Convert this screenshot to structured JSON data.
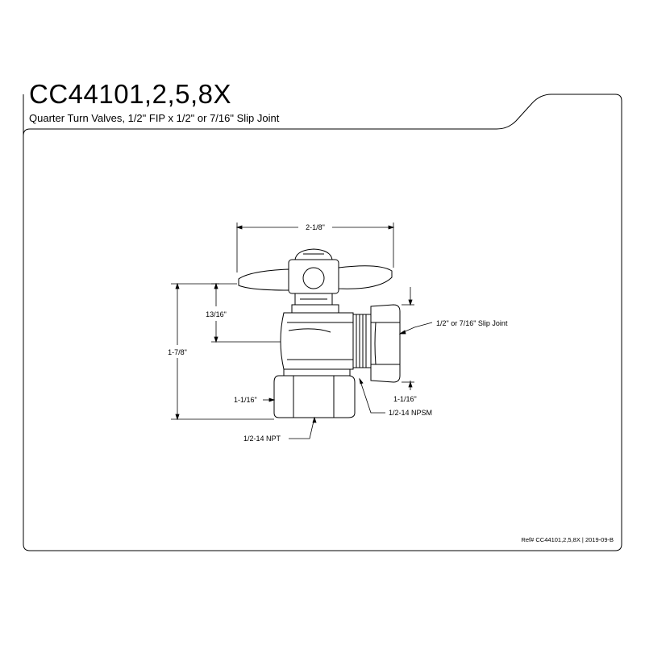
{
  "header": {
    "title": "CC44101,2,5,8X",
    "subtitle": "Quarter Turn Valves, 1/2\" FIP x 1/2\" or 7/16\" Slip Joint"
  },
  "dimensions": {
    "overall_width": "2-1/8\"",
    "overall_height": "1-7/8\"",
    "handle_height": "13/16\"",
    "inlet_length": "1-1/16\"",
    "outlet_length": "1-1/16\""
  },
  "callouts": {
    "slip_joint": "1/2\" or 7/16\" Slip Joint",
    "npsm": "1/2-14 NPSM",
    "npt": "1/2-14 NPT"
  },
  "footer": {
    "reference": "Ref# CC44101,2,5,8X | 2019-09-B"
  },
  "colors": {
    "line": "#000000",
    "background": "#ffffff"
  }
}
